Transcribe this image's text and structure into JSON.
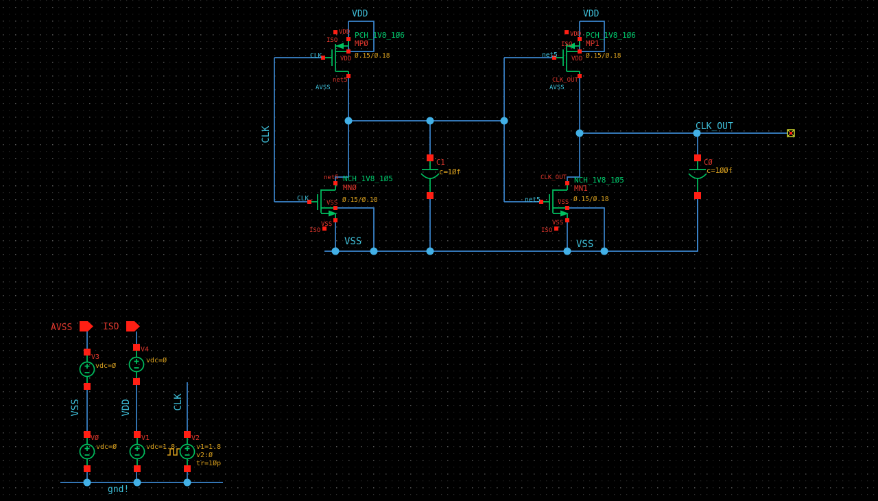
{
  "colors": {
    "background": "#000000",
    "wire": "#3b87cf",
    "net_label_cyan": "#3fc0da",
    "device_green": "#00c060",
    "instance_red": "#e2382e",
    "pin_square_red": "#ff1f14",
    "param_orange": "#d9a01e",
    "junction_dot": "#42b0e6",
    "output_pin_yellow": "#cbd32f",
    "grid_dot": "#555555"
  },
  "transistors": {
    "mp0": {
      "cell": "PCH_1V8_106",
      "inst": "MP0",
      "params": "0.15/0.18",
      "gate_net": "CLK",
      "src_pin_net": "VDD",
      "iso_pin_name": "ISO",
      "bulk_pin_net": "VDD",
      "drain_pin_net": "net5",
      "supply_label": "VDD",
      "below_label": "AVSS"
    },
    "mp1": {
      "cell": "PCH_1V8_106",
      "inst": "MP1",
      "params": "0.15/0.18",
      "gate_net": "net5",
      "src_pin_net": "VDD",
      "iso_pin_name": "ISO",
      "bulk_pin_net": "VDD",
      "drain_pin_net": "CLK_OUT",
      "supply_label": "VDD",
      "below_label": "AVSS"
    },
    "mn0": {
      "cell": "NCH_1V8_105",
      "inst": "MN0",
      "params": "0.15/0.18",
      "gate_net": "CLK",
      "drain_pin_net": "net5",
      "bulk_pin_net": "VSS",
      "src_pin_net": "VSS",
      "iso_pin_name": "ISO",
      "rail_label": "VSS"
    },
    "mn1": {
      "cell": "NCH_1V8_105",
      "inst": "MN1",
      "params": "0.15/0.18",
      "gate_net": "net5",
      "drain_pin_net": "CLK_OUT",
      "bulk_pin_net": "VSS",
      "src_pin_net": "VSS",
      "iso_pin_name": "ISO",
      "rail_label": "VSS"
    }
  },
  "capacitors": {
    "c1": {
      "inst": "C1",
      "value": "c=10f"
    },
    "c0": {
      "inst": "C0",
      "value": "c=100f"
    }
  },
  "sources": {
    "v3": {
      "inst": "V3",
      "value": "vdc=0"
    },
    "v4": {
      "inst": "V4",
      "value": "vdc=0"
    },
    "v0": {
      "inst": "V0",
      "value": "vdc=0"
    },
    "v1": {
      "inst": "V1",
      "value": "vdc=1.8"
    },
    "v2": {
      "inst": "V2",
      "value1": "v1=1.8",
      "value2": "v2:0",
      "value3": "tr=10p"
    }
  },
  "ports": {
    "avss": "AVSS",
    "iso": "ISO"
  },
  "nets": {
    "clk_rotated": "CLK",
    "clk_out": "CLK_OUT",
    "gnd": "gnd!",
    "col_vss": "VSS",
    "col_vdd": "VDD",
    "col_clk": "CLK"
  }
}
